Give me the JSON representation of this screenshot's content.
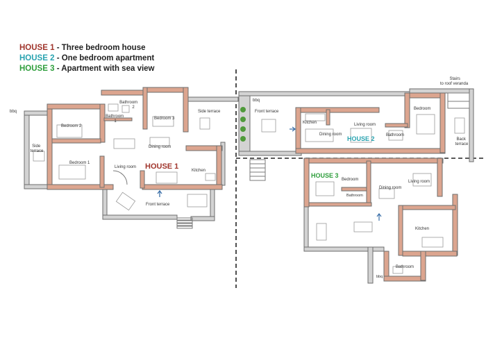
{
  "legend": [
    {
      "house": "HOUSE 1",
      "desc": " - Three bedroom house",
      "color": "#a0352c"
    },
    {
      "house": "HOUSE 2",
      "desc": " - One bedroom apartment",
      "color": "#29a3b0"
    },
    {
      "house": "HOUSE 3",
      "desc": " - Apartment with sea view",
      "color": "#2e9e3c"
    }
  ],
  "house1": {
    "title": "HOUSE 1",
    "bbq": "bbq",
    "side_terrace_left": [
      "Side",
      "terrace"
    ],
    "bedroom2": "Bedroom 2",
    "bathroom2": [
      "Bathroom",
      "2"
    ],
    "bathroom1": [
      "Bathroom",
      "1"
    ],
    "bedroom3": "Bedroom 3",
    "side_terrace_right": "Side terrace",
    "bedroom1": "Bedroom 1",
    "dining_room": "Dining room",
    "living_room": "Living room",
    "kitchen": "Kitchen",
    "front_terrace": "Front terrace"
  },
  "house2": {
    "title": "HOUSE 2",
    "bbq": "bbq",
    "stairs": [
      "Stairs",
      "to roof veranda"
    ],
    "front_terrace": "Front terrace",
    "kitchen": "Kitchen",
    "living_room": "Living room",
    "dining_room": "Dining room",
    "bathroom": "Bathroom",
    "bedroom": "Bedroom",
    "back_terrace": [
      "Back",
      "terrace"
    ]
  },
  "house3": {
    "title": "HOUSE 3",
    "bedroom": "Bedroom",
    "bathroom_small": "Bathroom",
    "dining_room": "Dining room",
    "living_room": "Living room",
    "kitchen": "Kitchen",
    "bathroom": "Bathroom",
    "bbq": "bbq"
  },
  "colors": {
    "wall": "#dca58f",
    "grey_wall": "#d3d3d3",
    "house1": "#a0352c",
    "house2": "#29a3b0",
    "house3": "#2e9e3c",
    "plant": "#4f9a3a"
  }
}
